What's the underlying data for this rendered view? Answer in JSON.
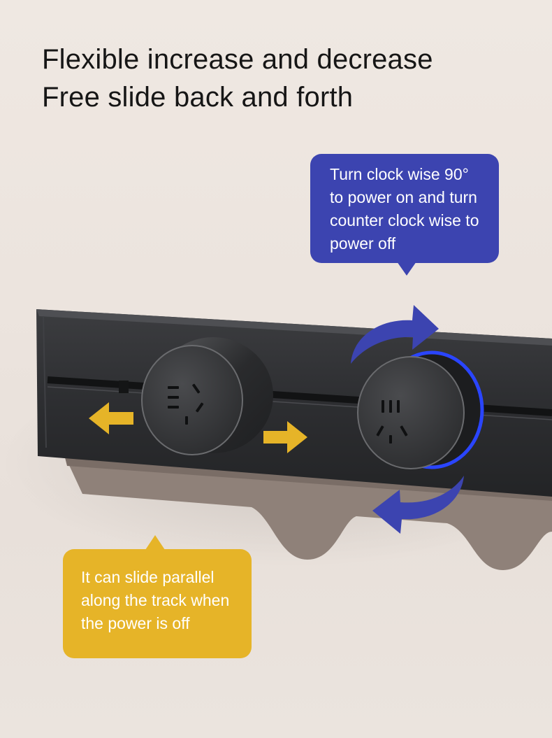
{
  "headline": {
    "line1": "Flexible increase and decrease",
    "line2": "Free slide back and forth"
  },
  "rotate_callout": {
    "lines": [
      "Turn clock wise 90°",
      "to power on and turn",
      "counter clock wise to",
      "power off"
    ],
    "color": "#3c44b0"
  },
  "slide_callout": {
    "lines": [
      "It can slide parallel",
      "along the track when",
      "the power is off"
    ],
    "color": "#e6b428"
  },
  "icons": {
    "slide_arrows": "slide-left-right-arrows",
    "rotate_arrows": "rotate-clockwise-arrows",
    "outlet_left": "power-socket",
    "outlet_right": "power-socket-illuminated"
  }
}
